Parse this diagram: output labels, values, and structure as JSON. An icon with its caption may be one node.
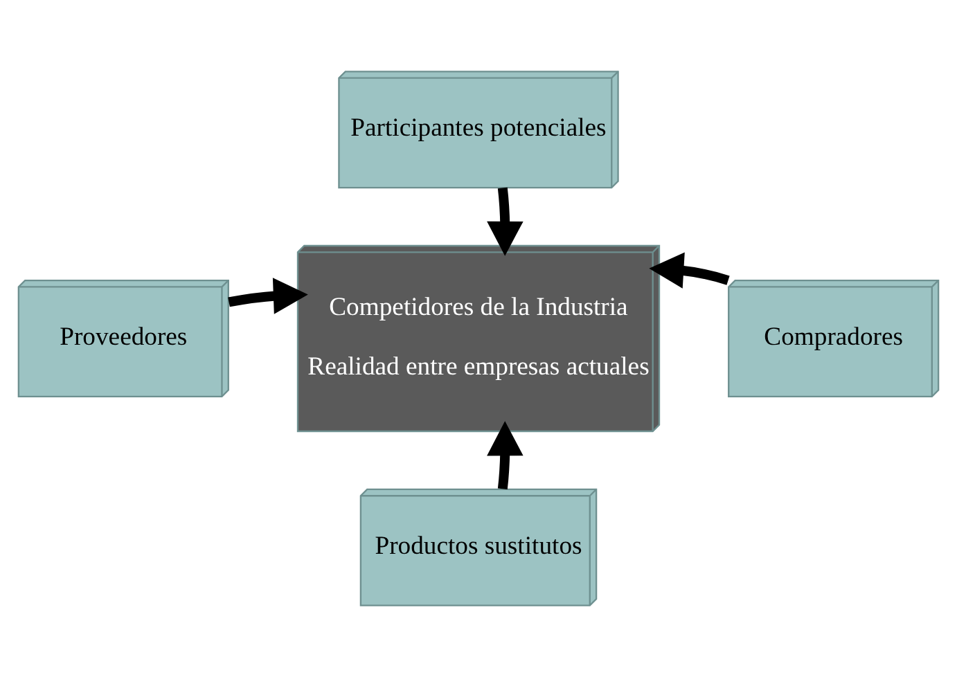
{
  "diagram": {
    "nodes": [
      {
        "text": [
          "Participantes potenciales"
        ]
      },
      {
        "text": [
          "Proveedores"
        ]
      },
      {
        "text": [
          "Competidores de la Industria",
          "Realidad entre empresas actuales"
        ]
      },
      {
        "text": [
          "Compradores"
        ]
      },
      {
        "text": [
          "Productos sustitutos"
        ]
      }
    ],
    "edges": [
      {
        "from": 0,
        "to": 2,
        "arrow": "to"
      },
      {
        "from": 1,
        "to": 2,
        "arrow": "to"
      },
      {
        "from": 3,
        "to": 2,
        "arrow": "to"
      },
      {
        "from": 4,
        "to": 2,
        "arrow": "to"
      }
    ]
  }
}
